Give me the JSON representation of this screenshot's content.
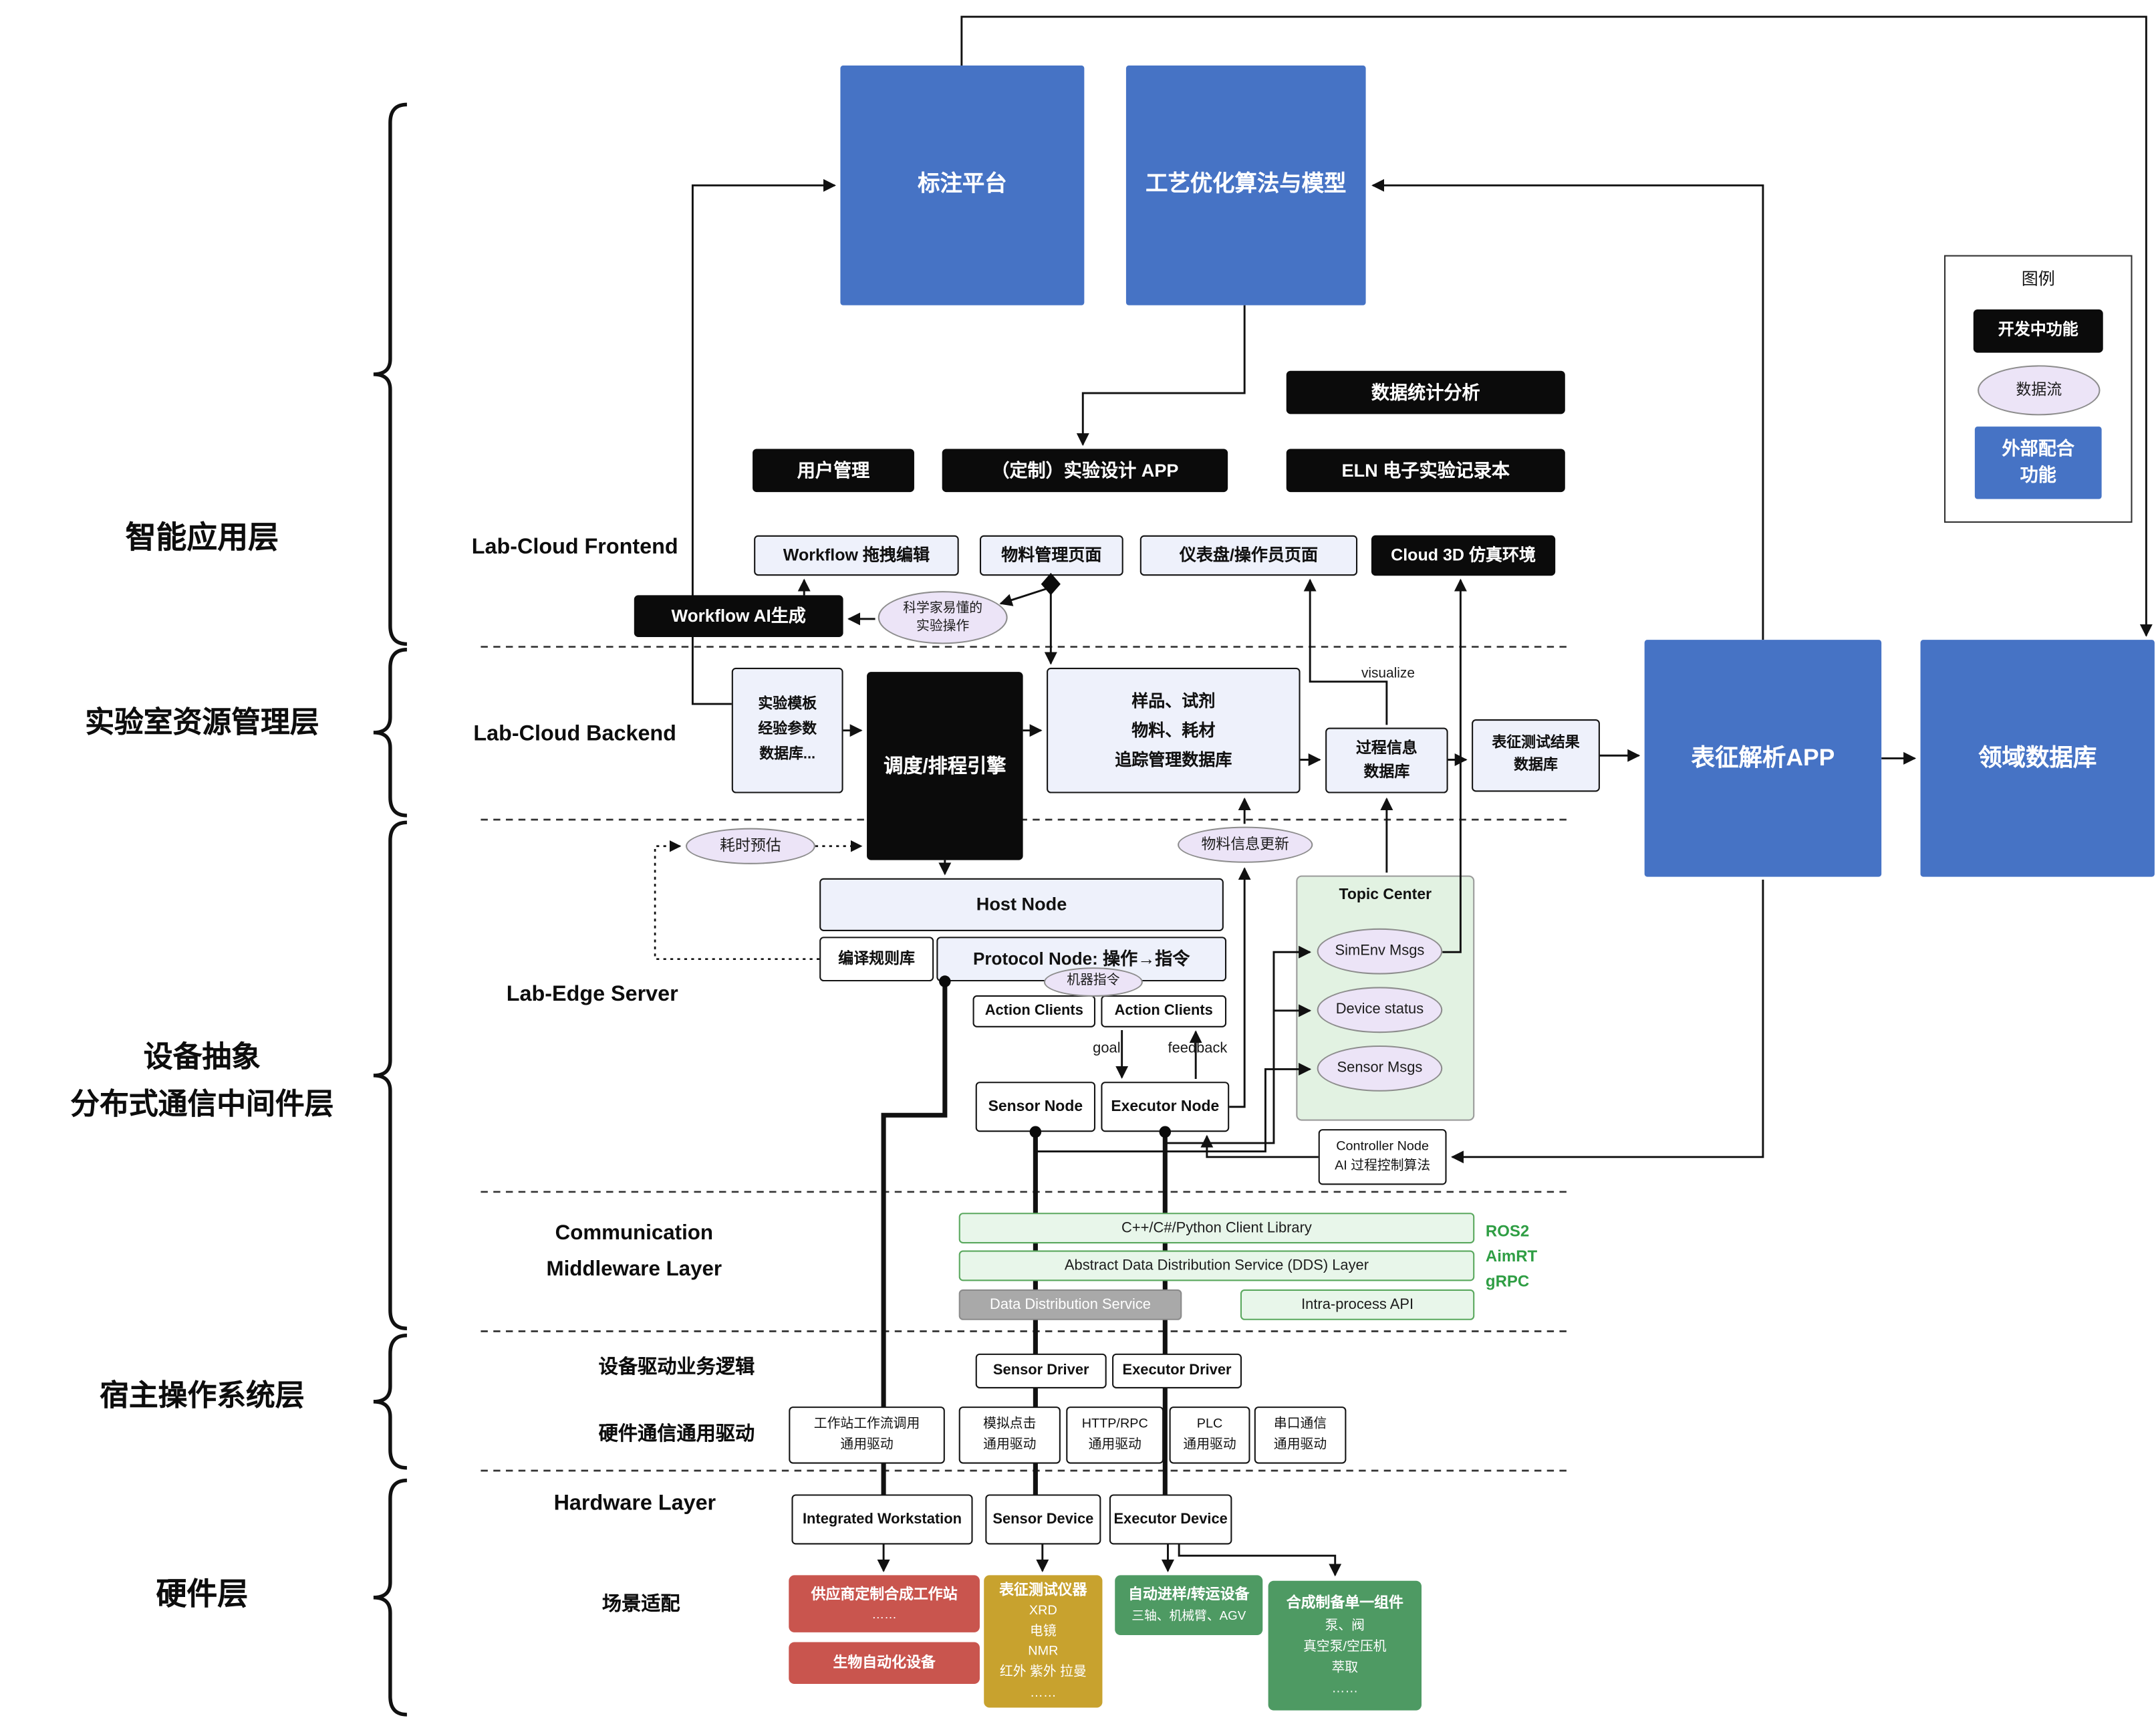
{
  "layers": {
    "app": "智能应用层",
    "resource": "实验室资源管理层",
    "middleware1": "设备抽象",
    "middleware2": "分布式通信中间件层",
    "host_os": "宿主操作系统层",
    "hardware": "硬件层"
  },
  "sections": {
    "frontend": "Lab-Cloud Frontend",
    "backend": "Lab-Cloud Backend",
    "edge": "Lab-Edge Server",
    "comm1": "Communication",
    "comm2": "Middleware Layer",
    "driver_logic": "设备驱动业务逻辑",
    "hw_driver": "硬件通信通用驱动",
    "hw_layer": "Hardware Layer",
    "scenario": "场景适配"
  },
  "app_layer": {
    "annotation_platform": "标注平台",
    "process_optimization": "工艺优化算法与模型",
    "data_statistics": "数据统计分析",
    "user_management": "用户管理",
    "custom_design_app": "（定制）实验设计 APP",
    "eln": "ELN 电子实验记录本",
    "workflow_editor": "Workflow 拖拽编辑",
    "material_page": "物料管理页面",
    "dashboard_page": "仪表盘/操作员页面",
    "cloud_3d": "Cloud 3D 仿真环境",
    "workflow_ai": "Workflow AI生成",
    "scientist_ops": [
      "科学家易懂的",
      "实验操作"
    ]
  },
  "backend": {
    "template_db": [
      "实验模板",
      "经验参数",
      "数据库..."
    ],
    "scheduler": "调度/排程引擎",
    "tracking_db": [
      "样品、试剂",
      "物料、耗材",
      "追踪管理数据库"
    ],
    "process_db": [
      "过程信息",
      "数据库"
    ],
    "char_result_db": [
      "表征测试结果",
      "数据库"
    ],
    "char_app": "表征解析APP",
    "domain_db": "领域数据库",
    "time_estimate": "耗时预估",
    "material_update": "物料信息更新",
    "visualize": "visualize"
  },
  "edge": {
    "host_node": "Host Node",
    "compile_rules": "编译规则库",
    "protocol_node": "Protocol Node: 操作→指令",
    "machine_cmd": "机器指令",
    "action_clients1": "Action Clients",
    "action_clients2": "Action Clients",
    "goal": "goal",
    "feedback": "feedback",
    "sensor_node": "Sensor Node",
    "executor_node": "Executor Node",
    "topic_center": "Topic Center",
    "simenv_msgs": "SimEnv Msgs",
    "device_status": "Device status",
    "sensor_msgs": "Sensor Msgs",
    "controller_node": [
      "Controller Node",
      "AI 过程控制算法"
    ]
  },
  "middleware": {
    "client_library": "C++/C#/Python Client Library",
    "dds_abstract": "Abstract Data Distribution Service (DDS) Layer",
    "dds_service": "Data Distribution Service",
    "intra_process": "Intra-process API",
    "stacks": [
      "ROS2",
      "AimRT",
      "gRPC"
    ]
  },
  "drivers": {
    "sensor_driver": "Sensor Driver",
    "executor_driver": "Executor Driver",
    "workstation_driver": [
      "工作站工作流调用",
      "通用驱动"
    ],
    "click_driver": [
      "模拟点击",
      "通用驱动"
    ],
    "http_driver": [
      "HTTP/RPC",
      "通用驱动"
    ],
    "plc_driver": [
      "PLC",
      "通用驱动"
    ],
    "serial_driver": [
      "串口通信",
      "通用驱动"
    ]
  },
  "hardware": {
    "workstation": "Integrated Workstation",
    "sensor_device": "Sensor Device",
    "executor_device": "Executor Device"
  },
  "scenario": {
    "vendor_workstation": [
      "供应商定制合成工作站",
      "……"
    ],
    "bio_automation": "生物自动化设备",
    "char_instruments": [
      "表征测试仪器",
      "XRD",
      "电镜",
      "NMR",
      "红外 紫外 拉曼",
      "……"
    ],
    "transfer_devices": [
      "自动进样/转运设备",
      "三轴、机械臂、AGV"
    ],
    "synthesis_components": [
      "合成制备单一组件",
      "泵、阀",
      "真空泵/空压机",
      "萃取",
      "……"
    ]
  },
  "legend": {
    "title": "图例",
    "in_development": "开发中功能",
    "data_flow": "数据流",
    "external": [
      "外部配合",
      "功能"
    ]
  }
}
